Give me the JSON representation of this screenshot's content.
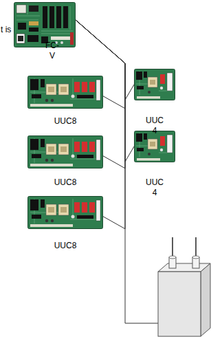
{
  "diagram": {
    "nodes": [
      {
        "text": [
          "FC-V"
        ]
      },
      {
        "text": [
          "UUC8"
        ]
      },
      {
        "text": [
          "UUC 4"
        ]
      },
      {
        "text": [
          "UUC8"
        ]
      },
      {
        "text": [
          "UUC 4"
        ]
      },
      {
        "text": [
          "UUC8"
        ]
      }
    ],
    "edges": [
      {
        "from": 0,
        "to": 1,
        "arrow": "none"
      },
      {
        "from": 0,
        "to": 2,
        "arrow": "none"
      },
      {
        "from": 0,
        "to": 3,
        "arrow": "none"
      },
      {
        "from": 0,
        "to": 4,
        "arrow": "none"
      },
      {
        "from": 0,
        "to": 5,
        "arrow": "none"
      }
    ],
    "labels": [
      "t is"
    ]
  }
}
